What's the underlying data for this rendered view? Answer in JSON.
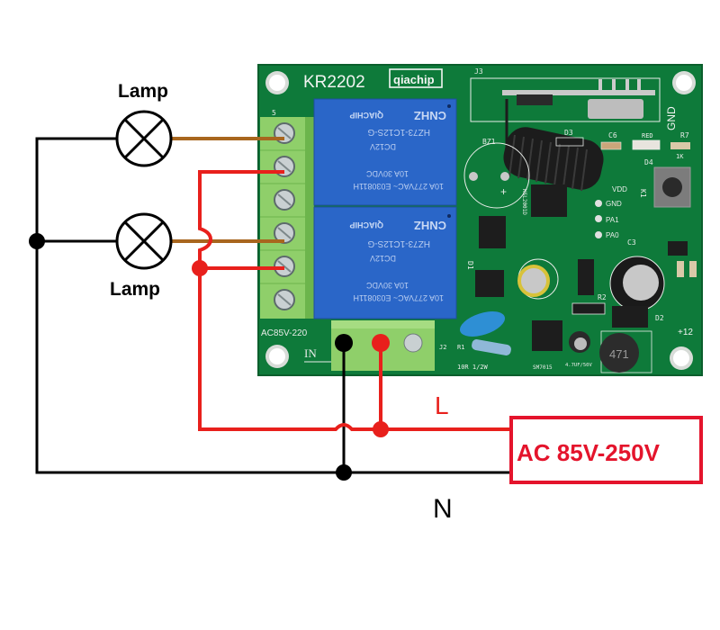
{
  "diagram": {
    "title": "KR2202 2-channel relay wiring diagram",
    "board": {
      "model": "KR2202",
      "brand": "qiachip",
      "input_label": "AC85V-220",
      "input_marker": "IN",
      "j2": "J2",
      "j3": "J3",
      "gnd": "GND",
      "plus12": "+12",
      "terminal_mark": "5",
      "relays": [
        {
          "brand": "CNHZ",
          "maker": "QIACHIP",
          "part": "HZ73-1C12S-G",
          "coil": "DC12V",
          "rating1": "10A 30VDC",
          "rating2": "10A 277VAC~ E030811H"
        },
        {
          "brand": "CNHZ",
          "maker": "QIACHIP",
          "part": "HZ73-1C12S-G",
          "coil": "DC12V",
          "rating1": "10A 30VDC",
          "rating2": "10A 277VAC~ E030811H"
        }
      ],
      "components": {
        "bz1": "BZ1",
        "d3": "D3",
        "c6": "C6",
        "red": "RED",
        "r7": "R7",
        "r7_val": "1K",
        "d4": "D4",
        "k1": "K1",
        "vdd": "VDD",
        "gnd_pad": "GND",
        "pa1": "PA1",
        "pa0": "PA0",
        "c3": "C3",
        "d1": "D1",
        "r2": "R2",
        "d2": "D2",
        "r1": "R1",
        "r1_val": "10R 1/2W",
        "ic": "SM7015",
        "cap": "4.7UF/50V",
        "inductor": "471",
        "u2": "KSL2001D"
      }
    },
    "labels": {
      "lamp_top": "Lamp",
      "lamp_bottom": "Lamp",
      "live": "L",
      "neutral": "N",
      "supply": "AC 85V-250V"
    },
    "colors": {
      "live_wire": "#e8201c",
      "neutral_wire": "#000000",
      "lamp_wire": "#a8661e",
      "supply_box": "#e4142c",
      "pcb": "#0e7a3a",
      "terminal": "#8fcf6a",
      "relay": "#2a66c8"
    }
  }
}
